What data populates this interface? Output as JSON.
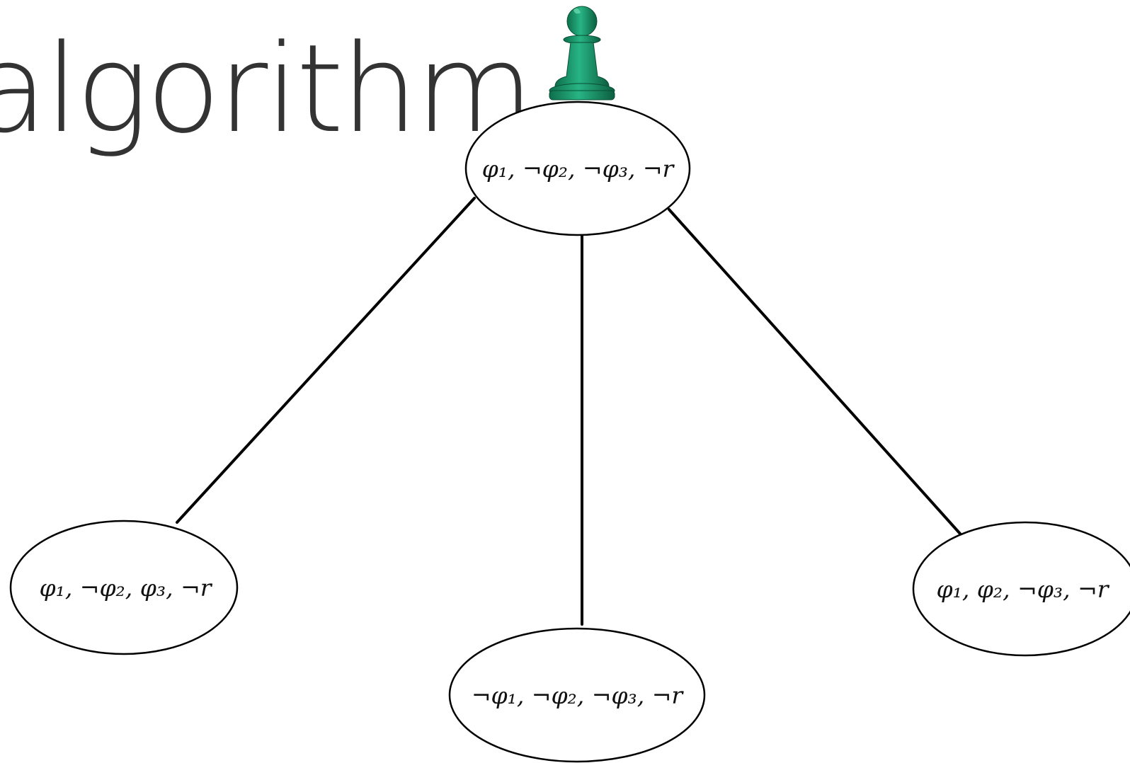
{
  "slide": {
    "title": "algorithm"
  },
  "diagram": {
    "nodes": [
      {
        "id": "root",
        "label": "φ₁, ¬φ₂, ¬φ₃, ¬r"
      },
      {
        "id": "left",
        "label": "φ₁, ¬φ₂, φ₃, ¬r"
      },
      {
        "id": "middle",
        "label": "¬φ₁, ¬φ₂, ¬φ₃, ¬r"
      },
      {
        "id": "right",
        "label": "φ₁, φ₂, ¬φ₃, ¬r"
      }
    ],
    "edges": [
      {
        "from": "root",
        "to": "left"
      },
      {
        "from": "root",
        "to": "middle"
      },
      {
        "from": "root",
        "to": "right"
      }
    ],
    "marker": {
      "icon": "pawn-icon",
      "on_node": "root",
      "color": "#1e9a6e"
    }
  }
}
